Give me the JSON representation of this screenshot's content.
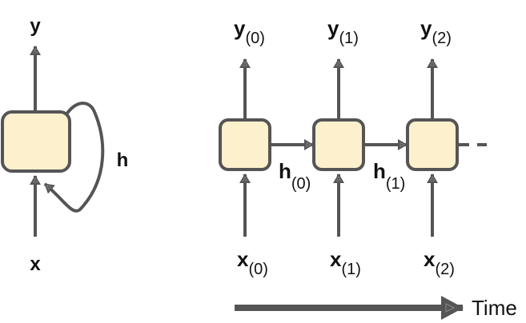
{
  "colors": {
    "cell_fill": "#fdf0cc",
    "stroke": "#555555",
    "text": "#111111"
  },
  "folded": {
    "input_label": "x",
    "output_label": "y",
    "state_label": "h"
  },
  "unrolled": {
    "steps": [
      {
        "input_main": "x",
        "input_sub": "(0)",
        "output_main": "y",
        "output_sub": "(0)",
        "state_main": "h",
        "state_sub": "(0)"
      },
      {
        "input_main": "x",
        "input_sub": "(1)",
        "output_main": "y",
        "output_sub": "(1)",
        "state_main": "h",
        "state_sub": "(1)"
      },
      {
        "input_main": "x",
        "input_sub": "(2)",
        "output_main": "y",
        "output_sub": "(2)"
      }
    ]
  },
  "time_axis": {
    "label": "Time"
  }
}
